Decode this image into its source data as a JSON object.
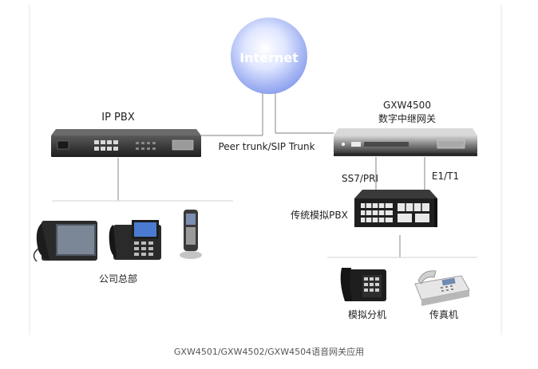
{
  "cloud": {
    "label": "Internet"
  },
  "ippbx": {
    "label": "IP PBX"
  },
  "gateway": {
    "model": "GXW4500",
    "description": "数字中继网关"
  },
  "links": {
    "trunk": "Peer trunk/SIP Trunk",
    "ss7": "SS7/PRI",
    "e1": "E1/T1"
  },
  "legacy_pbx": {
    "label": "传统模拟PBX"
  },
  "hq": {
    "label": "公司总部"
  },
  "analog_ext": {
    "label": "模拟分机"
  },
  "fax": {
    "label": "传真机"
  },
  "caption": "GXW4501/GXW4502/GXW4504语音网关应用",
  "colors": {
    "cloud": "#8fa6f0",
    "device": "#2b2b2b",
    "line": "#9a9a9a",
    "divider": "#dddddd"
  }
}
